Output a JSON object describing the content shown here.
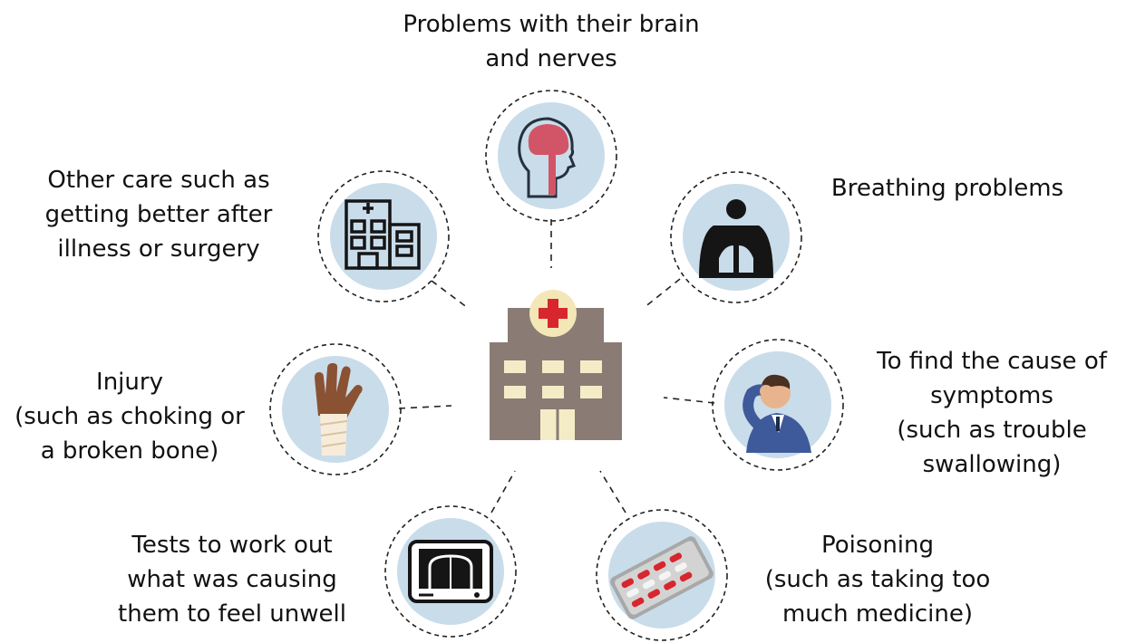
{
  "center": {
    "icon": "hospital-building-icon"
  },
  "nodes": [
    {
      "id": "brain",
      "icon": "brain-head-icon",
      "lines": [
        "Problems with their brain",
        "and nerves"
      ]
    },
    {
      "id": "breathing",
      "icon": "lungs-torso-icon",
      "lines": [
        "Breathing problems"
      ]
    },
    {
      "id": "symptoms",
      "icon": "headache-man-icon",
      "lines": [
        "To find the cause of",
        "symptoms",
        "(such as trouble",
        "swallowing)"
      ]
    },
    {
      "id": "poisoning",
      "icon": "pill-blister-icon",
      "lines": [
        "Poisoning",
        "(such as taking too",
        "much medicine)"
      ]
    },
    {
      "id": "tests",
      "icon": "xray-monitor-icon",
      "lines": [
        "Tests to work out",
        "what was causing",
        "them to feel unwell"
      ]
    },
    {
      "id": "injury",
      "icon": "bandaged-hand-icon",
      "lines": [
        "Injury",
        "(such as choking or",
        "a broken bone)"
      ]
    },
    {
      "id": "other-care",
      "icon": "hospital-building-outline-icon",
      "lines": [
        "Other care such as",
        "getting better after",
        "illness or surgery"
      ]
    }
  ],
  "colors": {
    "circle_fill": "#c9dcea",
    "ring_outer": "#ffffff",
    "dash": "#222222",
    "hospital_wall": "#8a7b74",
    "hospital_window": "#f4ecc6",
    "cross_red": "#d7262e"
  }
}
